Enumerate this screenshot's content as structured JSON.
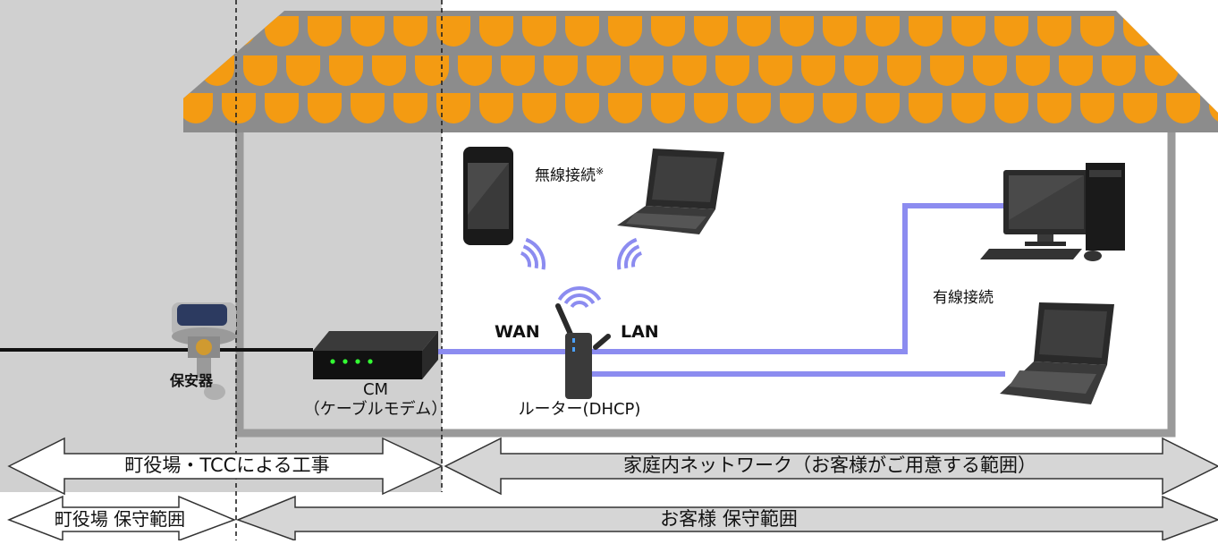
{
  "labels": {
    "wireless": "無線接続",
    "wireless_note": "※",
    "wired": "有線接続",
    "wan": "WAN",
    "lan": "LAN",
    "protector": "保安器",
    "cm_line1": "CM",
    "cm_line2": "（ケーブルモデム）",
    "router": "ルーター(DHCP)"
  },
  "arrows": {
    "construction": "町役場・TCCによる工事",
    "home_network": "家庭内ネットワーク（お客様がご用意する範囲）",
    "town_maintenance": "町役場 保守範囲",
    "customer_maintenance": "お客様 保守範囲"
  },
  "colors": {
    "roof": "#f49b12",
    "roof_outline": "#8c8c8c",
    "house_wall": "#9a9a9a",
    "town_zone": "#d0d0d0",
    "lan_cable": "#8c8cf0",
    "coax_cable": "#111111",
    "led": "#33ff33"
  }
}
